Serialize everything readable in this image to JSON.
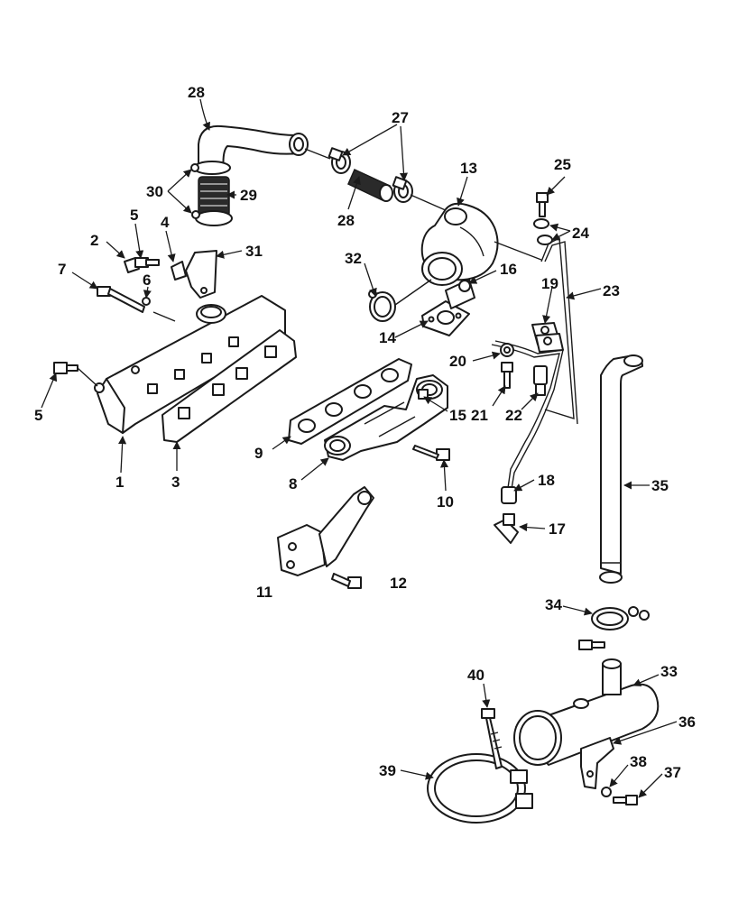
{
  "diagram": {
    "callouts": {
      "c1": "1",
      "c2": "2",
      "c3": "3",
      "c4": "4",
      "c5a": "5",
      "c5b": "5",
      "c6": "6",
      "c7": "7",
      "c8": "8",
      "c9": "9",
      "c10": "10",
      "c11": "11",
      "c12": "12",
      "c13": "13",
      "c14": "14",
      "c15": "15",
      "c16": "16",
      "c17": "17",
      "c18": "18",
      "c19": "19",
      "c20": "20",
      "c21": "21",
      "c22": "22",
      "c23": "23",
      "c24": "24",
      "c25": "25",
      "c27": "27",
      "c28a": "28",
      "c28b": "28",
      "c29": "29",
      "c30": "30",
      "c31": "31",
      "c32": "32",
      "c33": "33",
      "c34": "34",
      "c35": "35",
      "c36": "36",
      "c37": "37",
      "c38": "38",
      "c39": "39",
      "c40": "40"
    }
  }
}
